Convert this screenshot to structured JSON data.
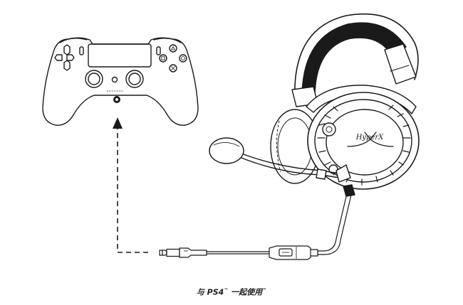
{
  "caption": {
    "prefix": "与 PS4",
    "trademark": "™",
    "suffix": "一起使用",
    "suffix_trademark": "™"
  },
  "headset": {
    "logo_text": "HyperX"
  },
  "icons": {
    "controller": "ps4-controller-icon",
    "headset": "headset-icon",
    "arrow": "dashed-arrow-icon",
    "jack": "audio-jack-icon"
  },
  "colors": {
    "stroke": "#1a1a1a",
    "background": "#ffffff"
  }
}
